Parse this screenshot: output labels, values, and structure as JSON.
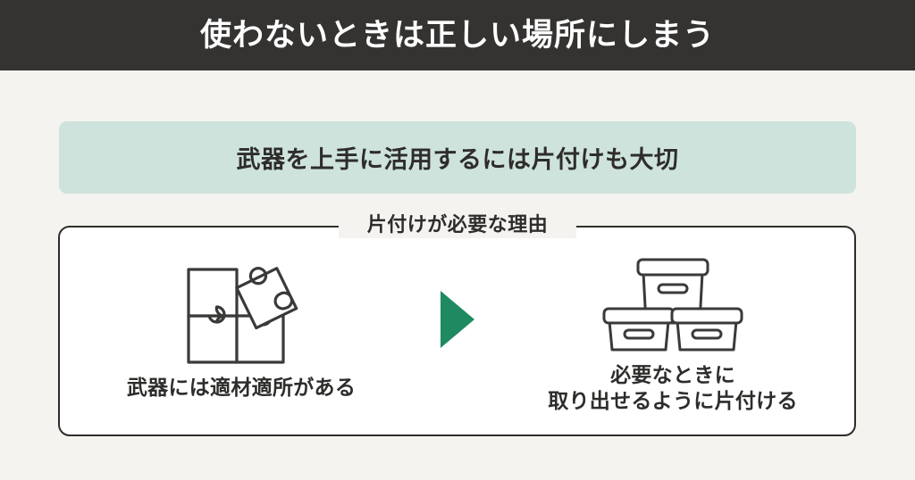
{
  "header": {
    "title": "使わないときは正しい場所にしまう"
  },
  "banner": {
    "text": "武器を上手に活用するには片付けも大切"
  },
  "panel": {
    "legend": "片付けが必要な理由",
    "left": {
      "icon": "puzzle-pieces-icon",
      "caption": "武器には適材適所がある"
    },
    "arrow": {
      "icon": "arrow-right-triangle-icon"
    },
    "right": {
      "icon": "storage-boxes-icon",
      "caption_line1": "必要なときに",
      "caption_line2": "取り出せるように片付ける"
    }
  },
  "colors": {
    "background": "#f5f3ef",
    "header_bar": "#343331",
    "header_text": "#ffffff",
    "banner_fill": "#cee3dc",
    "text_dark": "#2e2d2b",
    "accent_green": "#1f8a62",
    "panel_border": "#2e2d2b",
    "panel_fill": "#ffffff",
    "icon_stroke": "#3b3a38"
  }
}
